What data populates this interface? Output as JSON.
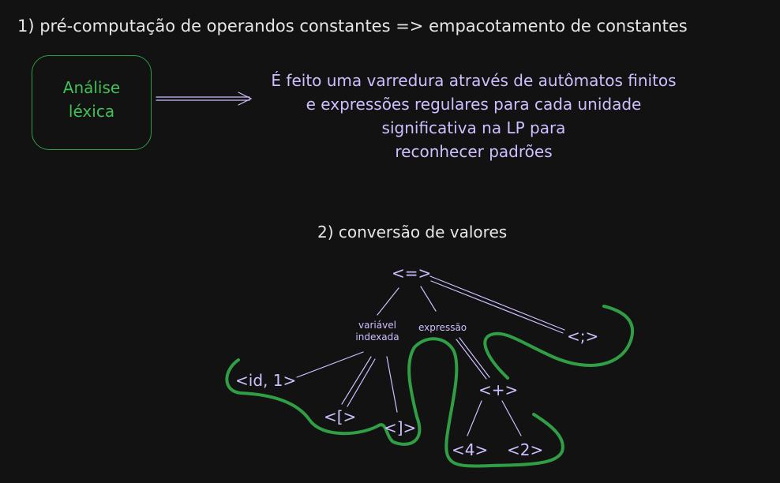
{
  "header": {
    "title": "1) pré-computação de operandos constantes => empacotamento de constantes"
  },
  "lexical_box": {
    "label_line1": "Análise",
    "label_line2": "léxica"
  },
  "description": {
    "line1": "É feito uma varredura através de autômatos finitos",
    "line2": "e expressões regulares para cada unidade",
    "line3": "significativa na LP para",
    "line4": "reconhecer padrões"
  },
  "section2": {
    "title": "2) conversão de valores"
  },
  "tree": {
    "root": "<=>",
    "indexed_var_line1": "variável",
    "indexed_var_line2": "indexada",
    "expression": "expressão",
    "semicolon": "<;>",
    "id": "<id, 1>",
    "lbracket": "<[>",
    "rbracket": "<]>",
    "plus": "<+>",
    "four": "<4>",
    "two": "<2>"
  },
  "colors": {
    "background": "#121212",
    "text": "#e6e6e6",
    "accent_purple": "#d0bfff",
    "accent_green": "#2f9e44"
  }
}
